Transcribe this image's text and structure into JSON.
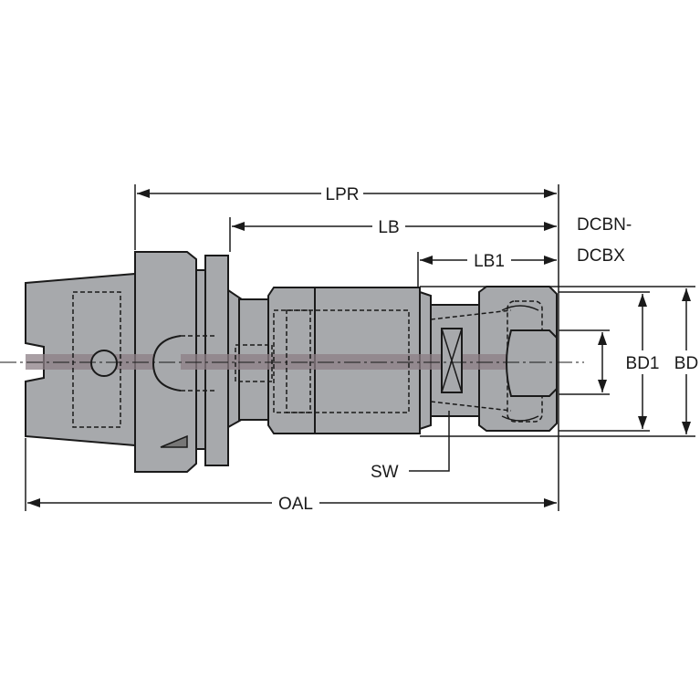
{
  "labels": {
    "lpr": "LPR",
    "lb": "LB",
    "lb1": "LB1",
    "dcbn": "DCBN-",
    "dcbx": "DCBX",
    "bd1": "BD1",
    "bd": "BD",
    "sw": "SW",
    "oal": "OAL"
  },
  "colors": {
    "body_fill": "#a7a9ac",
    "center_band": "#8c7f86",
    "outline": "#1a1a1a"
  }
}
